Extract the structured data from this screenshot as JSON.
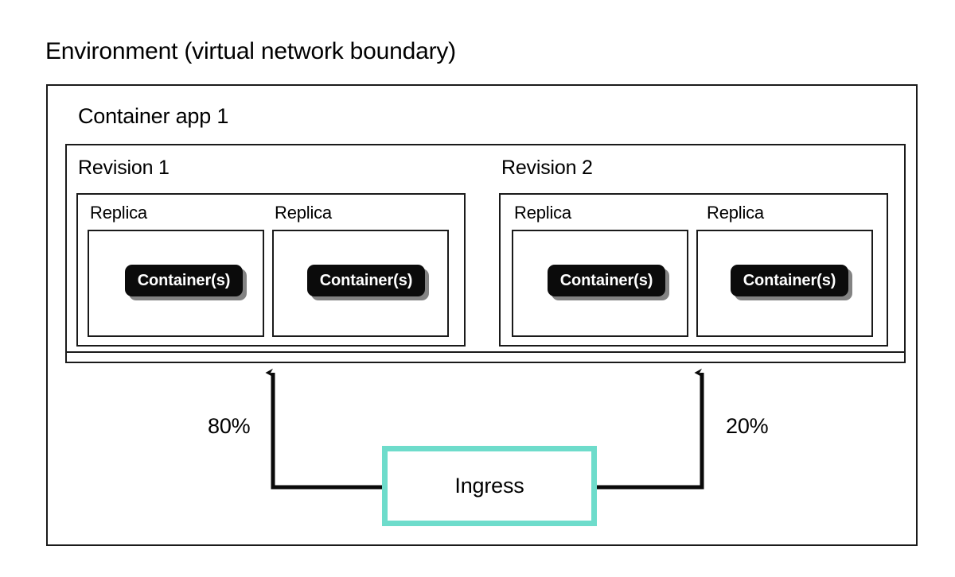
{
  "diagram": {
    "caption": "Environment (virtual network boundary)",
    "colors": {
      "stroke": "#1a1a1a",
      "ingress_border": "#6edccb",
      "container_fill": "#0b0b0b",
      "container_text": "#ffffff",
      "shadow": "#787878",
      "background": "#ffffff"
    },
    "environment": {
      "label": "Environment (virtual network boundary)",
      "app": {
        "title": "Container app 1",
        "revisions": [
          {
            "title": "Revision 1",
            "traffic_label": "80%",
            "replicas": [
              {
                "label": "Replica",
                "container": "Container(s)"
              },
              {
                "label": "Replica",
                "container": "Container(s)"
              }
            ]
          },
          {
            "title": "Revision 2",
            "traffic_label": "20%",
            "replicas": [
              {
                "label": "Replica",
                "container": "Container(s)"
              },
              {
                "label": "Replica",
                "container": "Container(s)"
              }
            ]
          }
        ]
      },
      "ingress": {
        "label": "Ingress"
      }
    },
    "traffic_split": [
      {
        "target": "Revision 1",
        "percent": "80%"
      },
      {
        "target": "Revision 2",
        "percent": "20%"
      }
    ]
  }
}
